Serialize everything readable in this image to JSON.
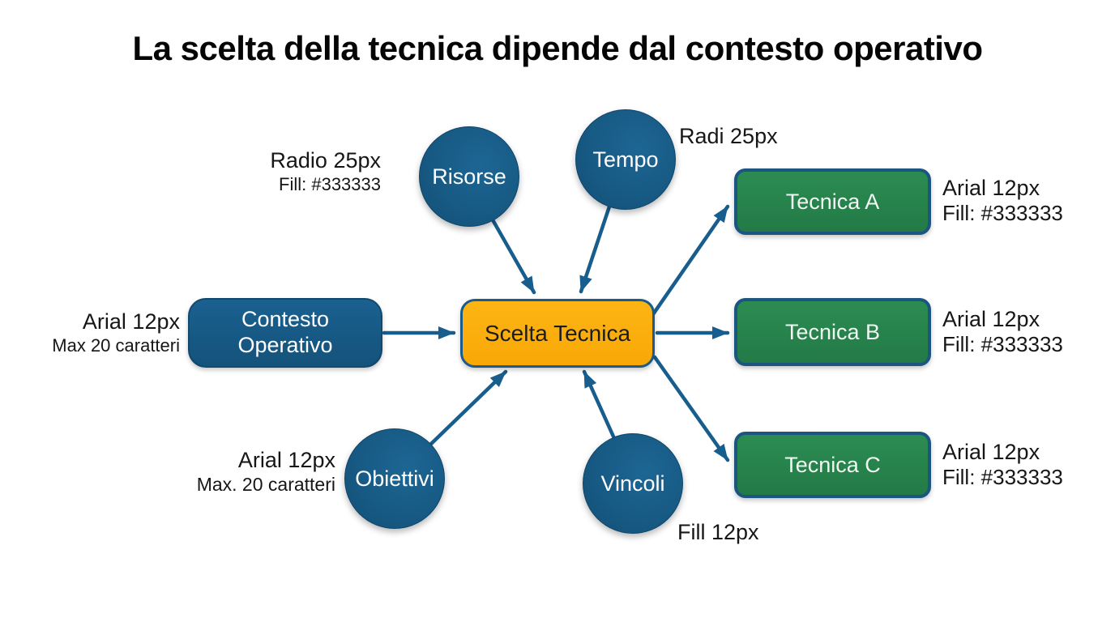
{
  "title": "La scelta della tecnica dipende dal contesto operativo",
  "colors": {
    "circle_fill": "#175a84",
    "circle_fill_light": "#1d6694",
    "box_blue_fill": "#16587e",
    "orange_fill": "#fbae0c",
    "green_fill": "#27854d",
    "node_border_blue": "#1b5580",
    "arrow": "#175d8d",
    "title_text": "#050505",
    "annotation_text": "#161616",
    "light_text": "#ffffff",
    "dark_text": "#1d1d1d"
  },
  "nodes": {
    "risorse": {
      "label": "Risorse"
    },
    "tempo": {
      "label": "Tempo"
    },
    "obiettivi": {
      "label": "Obiettivi"
    },
    "vincoli": {
      "label": "Vincoli"
    },
    "contesto_operativo": {
      "line1": "Contesto",
      "line2": "Operativo"
    },
    "scelta_tecnica": {
      "label": "Scelta Tecnica"
    },
    "tecnica_a": {
      "label": "Tecnica A"
    },
    "tecnica_b": {
      "label": "Tecnica B"
    },
    "tecnica_c": {
      "label": "Tecnica C"
    }
  },
  "annotations": {
    "risorse": {
      "line1": "Radio 25px",
      "line2": "Fill: #333333"
    },
    "tempo": {
      "line1": "Radi 25px"
    },
    "contesto": {
      "line1": "Arial 12px",
      "line2": "Max 20 caratteri"
    },
    "obiettivi": {
      "line1": "Arial 12px",
      "line2": "Max. 20 caratteri"
    },
    "vincoli": {
      "line1": "Fill 12px"
    },
    "tecnica_a": {
      "line1": "Arial 12px",
      "line2": "Fill: #333333"
    },
    "tecnica_b": {
      "line1": "Arial 12px",
      "line2": "Fill: #333333"
    },
    "tecnica_c": {
      "line1": "Arial 12px",
      "line2": "Fill: #333333"
    }
  }
}
